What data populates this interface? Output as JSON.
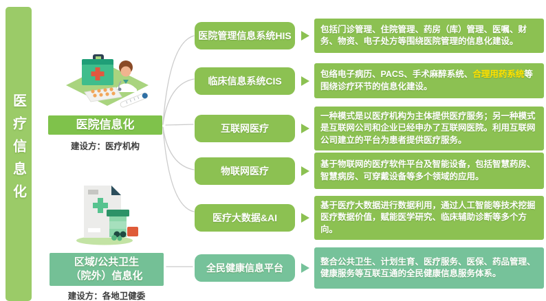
{
  "sidebar": {
    "title": "医疗信息化"
  },
  "colors": {
    "green": "#8CC152",
    "teal": "#76C29A",
    "node_green": "#7FC24B",
    "node_teal": "#74C096",
    "sidebar_green": "#9BCB68",
    "highlight_yellow": "#FFE100",
    "connector_gray": "#CBCBCB"
  },
  "nodes": [
    {
      "label_lines": [
        "医院信息化"
      ],
      "builder": "建设方：医疗机构",
      "icon": "first-aid-kit-doctor-illustration"
    },
    {
      "label_lines": [
        "区域/公共卫生",
        "（院外）信息化"
      ],
      "builder": "建设方：各地卫健委",
      "icon": "medical-document-pill-bottle-illustration"
    }
  ],
  "rows": [
    {
      "box": "医院管理信息系统HIS",
      "desc": "包括门诊管理、住院管理、药房（库）管理、医嘱、财务、物资、电子处方等围绕医院管理的信息化建设。",
      "variant": "green"
    },
    {
      "box": "临床信息系统CIS",
      "desc_parts": {
        "before": "包络电子病历、PACS、手术麻醉系统、",
        "highlight": "合理用药系统",
        "after": "等围绕诊疗环节的信息化建设。"
      },
      "variant": "green"
    },
    {
      "box": "互联网医疗",
      "desc": "一种模式是以医疗机构为主体提供医疗服务；另一种模式是互联网公司和企业已经申办了互联网医院。利用互联网公司建立的平台为患者提供医疗服务。",
      "variant": "green"
    },
    {
      "box": "物联网医疗",
      "desc": "基于物联网的医疗软件平台及智能设备，包括智慧药房、智慧病房、可穿戴设备等多个领域的应用。",
      "variant": "green"
    },
    {
      "box": "医疗大数据&AI",
      "desc": "基于医疗大数据进行数据利用，通过人工智能等技术挖掘医疗数据价值，赋能医学研究、临床辅助诊断等多个方向。",
      "variant": "green"
    },
    {
      "box": "全民健康信息平台",
      "desc": "整合公共卫生、计划生育、医疗服务、医保、药品管理、健康服务等互联互通的全民健康信息服务体系。",
      "variant": "teal"
    }
  ]
}
